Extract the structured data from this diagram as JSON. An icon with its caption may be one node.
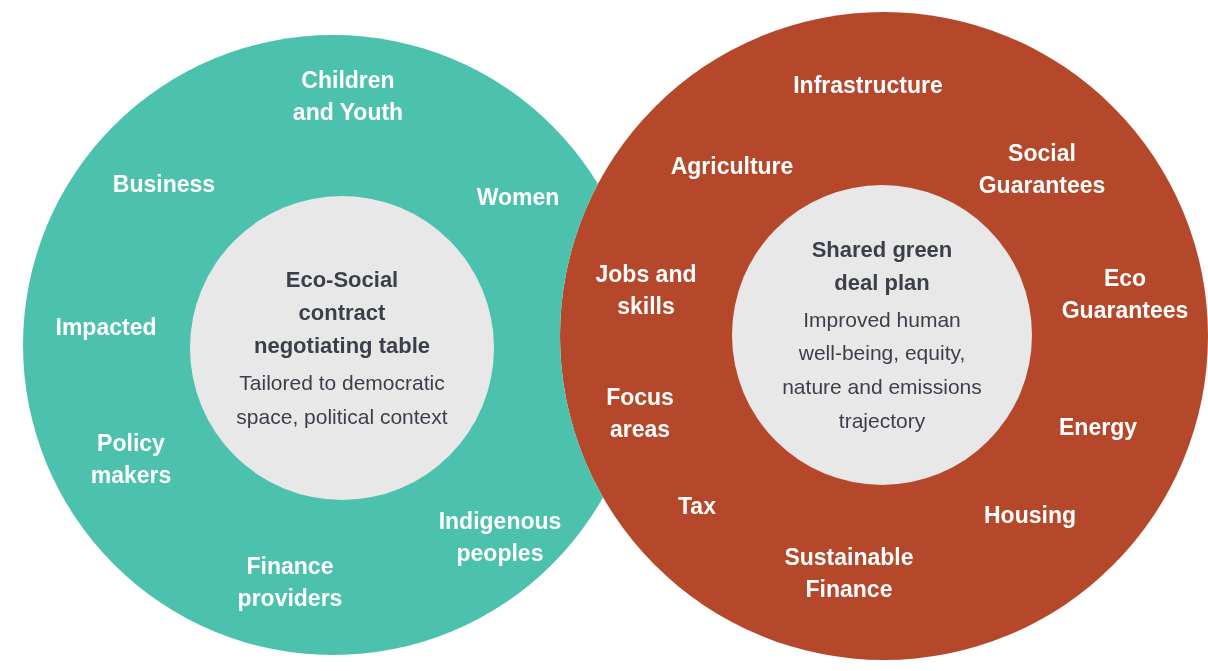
{
  "diagram": {
    "nodes": [
      {
        "text": [],
        "shape": "circle"
      },
      {
        "text": [
          "Eco-Social contract negotiating table",
          "Tailored to democratic space, political context"
        ],
        "in": 0
      },
      {
        "text": [],
        "shape": "circle"
      },
      {
        "text": [
          "Shared green deal plan",
          "Improved human well-being, equity, nature and emissions trajectory"
        ],
        "in": 2
      }
    ],
    "edges": [],
    "labels": [
      "Children and Youth",
      "Business",
      "Women",
      "Impacted",
      "Policy makers",
      "Indigenous peoples",
      "Finance providers",
      "Infrastructure",
      "Agriculture",
      "Social Guarantees",
      "Jobs and skills",
      "Eco Guarantees",
      "Focus areas",
      "Energy",
      "Tax",
      "Housing",
      "Sustainable Finance"
    ]
  }
}
